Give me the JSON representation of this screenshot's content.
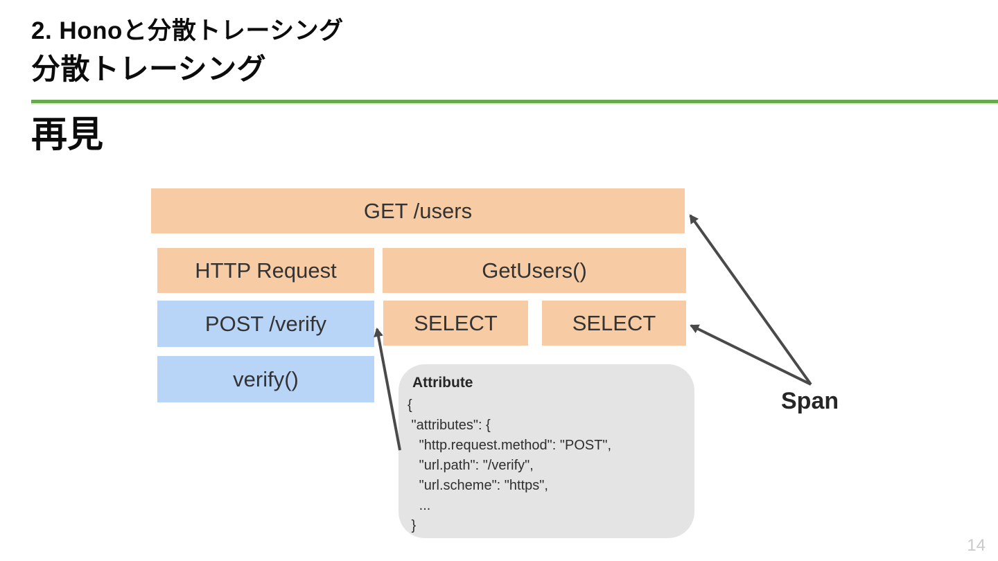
{
  "slide": {
    "header_line1": "2. Honoと分散トレーシング",
    "header_line2": "分散トレーシング",
    "section_heading": "再見",
    "page_number": "14"
  },
  "diagram": {
    "bars": [
      {
        "id": "get-users",
        "label": "GET /users",
        "type": "orange",
        "row": 1
      },
      {
        "id": "http-request",
        "label": "HTTP Request",
        "type": "orange",
        "row": 2
      },
      {
        "id": "getusers-fn",
        "label": "GetUsers()",
        "type": "orange",
        "row": 2
      },
      {
        "id": "post-verify",
        "label": "POST /verify",
        "type": "blue",
        "row": 3
      },
      {
        "id": "select-1",
        "label": "SELECT",
        "type": "orange",
        "row": 3
      },
      {
        "id": "select-2",
        "label": "SELECT",
        "type": "orange",
        "row": 3
      },
      {
        "id": "verify-fn",
        "label": "verify()",
        "type": "blue",
        "row": 4
      }
    ],
    "attribute_box": {
      "title": "Attribute",
      "code": "{\n \"attributes\": {\n   \"http.request.method\": \"POST\",\n   \"url.path\": \"/verify\",\n   \"url.scheme\": \"https\",\n   ...\n }"
    },
    "span_label": "Span"
  },
  "colors": {
    "orange_bar": "#f7cba3",
    "blue_bar": "#b8d4f7",
    "gray_box": "#e4e4e4",
    "divider_green": "#6aa84f",
    "arrow": "#4a4a4a",
    "page_number": "#c9c9c9"
  }
}
